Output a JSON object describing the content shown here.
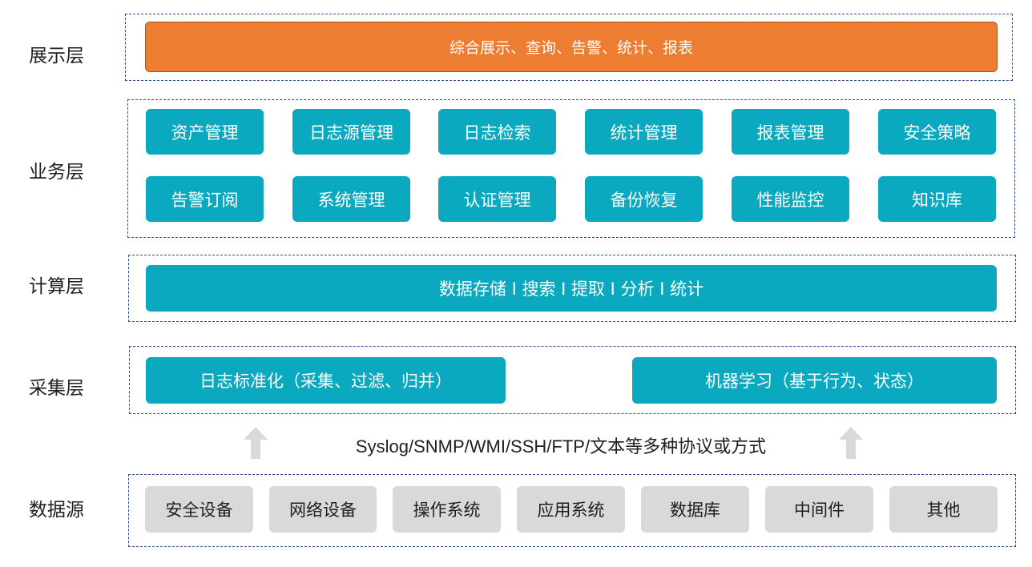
{
  "layers": {
    "presentation": {
      "label": "展示层",
      "block": "综合展示、查询、告警、统计、报表"
    },
    "business": {
      "label": "业务层",
      "row1": [
        "资产管理",
        "日志源管理",
        "日志检索",
        "统计管理",
        "报表管理",
        "安全策略"
      ],
      "row2": [
        "告警订阅",
        "系统管理",
        "认证管理",
        "备份恢复",
        "性能监控",
        "知识库"
      ]
    },
    "compute": {
      "label": "计算层",
      "block": "数据存储 I 搜索 I 提取 I 分析 I 统计"
    },
    "collection": {
      "label": "采集层",
      "left_block": "日志标准化（采集、过滤、归并）",
      "right_block": "机器学习（基于行为、状态）"
    },
    "protocols": "Syslog/SNMP/WMI/SSH/FTP/文本等多种协议或方式",
    "datasource": {
      "label": "数据源",
      "items": [
        "安全设备",
        "网络设备",
        "操作系统",
        "应用系统",
        "数据库",
        "中间件",
        "其他"
      ]
    }
  },
  "colors": {
    "orange": "#ed7d31",
    "teal": "#0aa9bf",
    "gray": "#d9d9d9",
    "border": "#2f4f8f"
  }
}
